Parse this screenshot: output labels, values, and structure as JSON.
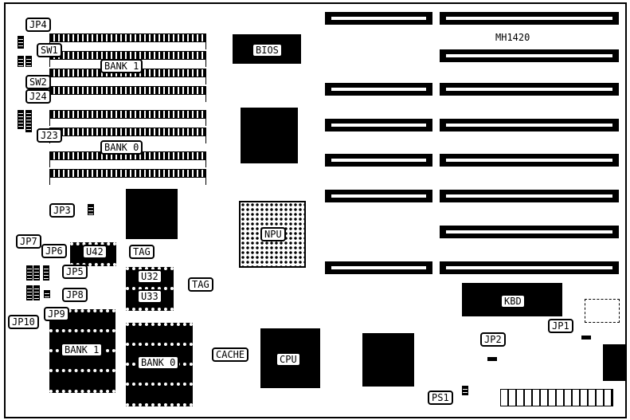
{
  "board_model": "MH1420",
  "labels": {
    "jp4": "JP4",
    "sw1": "SW1",
    "sw2": "SW2",
    "j24": "J24",
    "j23": "J23",
    "simm_bank1": "BANK 1",
    "simm_bank0": "BANK 0",
    "bios": "BIOS",
    "npu": "NPU",
    "jp3": "JP3",
    "jp7": "JP7",
    "jp6": "JP6",
    "jp5": "JP5",
    "jp8": "JP8",
    "jp9": "JP9",
    "jp10": "JP10",
    "u42": "U42",
    "tag1": "TAG",
    "u32": "U32",
    "u33": "U33",
    "tag2": "TAG",
    "cache_bank1": "BANK 1",
    "cache_bank0": "BANK 0",
    "cache": "CACHE",
    "cpu": "CPU",
    "kbd": "KBD",
    "jp1": "JP1",
    "jp2": "JP2",
    "ps1": "PS1"
  }
}
